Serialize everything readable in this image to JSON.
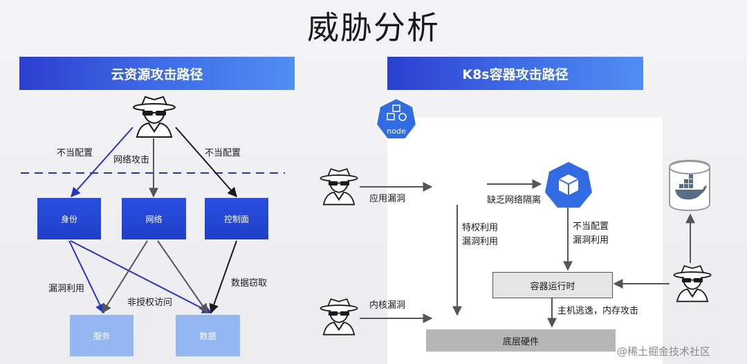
{
  "title": "威胁分析",
  "left": {
    "header": "云资源攻击路径",
    "edge_labels": {
      "misconfig_left": "不当配置",
      "network_attack": "网络攻击",
      "misconfig_right": "不当配置",
      "vuln_exploit": "漏洞利用",
      "unauthorized": "非授权访问",
      "data_theft": "数据窃取"
    },
    "nodes": {
      "identity": "身份",
      "network": "网络",
      "control": "控制面",
      "service": "服务",
      "data": "数据"
    }
  },
  "right": {
    "header": "K8s容器攻击路径",
    "node_badge": "node",
    "labels": {
      "app_vuln": "应用漏洞",
      "no_isolation": "缺乏网络隔离",
      "priv_exploit": "特权利用",
      "vuln_exploit": "漏洞利用",
      "misconfig": "不当配置",
      "vuln_exploit2": "漏洞利用",
      "kernel_vuln": "内核漏洞",
      "escape": "主机逃逸，内存攻击"
    },
    "runtime": "容器运行时",
    "hardware": "底层硬件"
  },
  "watermark": "@稀土掘金技术社区",
  "colors": {
    "banner": "#3353de",
    "dark_node": "#2546d6",
    "light_node": "#93b7f3",
    "k8s_blue": "#326ce5"
  },
  "icons": [
    "hacker-icon",
    "k8s-node-icon",
    "k8s-pod-icon",
    "docker-icon"
  ]
}
